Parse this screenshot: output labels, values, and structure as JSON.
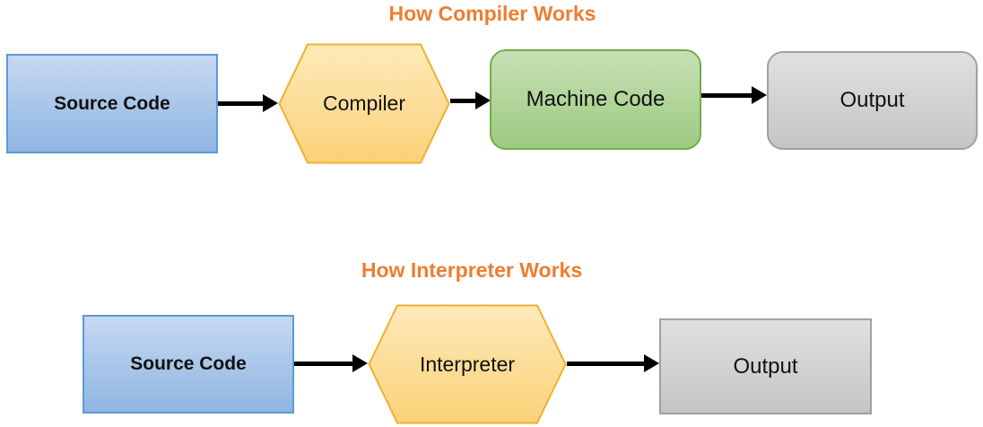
{
  "diagram": {
    "compiler_flow": {
      "title": "How Compiler Works",
      "source_label": "Source Code",
      "processor_label": "Compiler",
      "machine_label": "Machine Code",
      "output_label": "Output"
    },
    "interpreter_flow": {
      "title": "How Interpreter Works",
      "source_label": "Source Code",
      "processor_label": "Interpreter",
      "output_label": "Output"
    }
  },
  "colors": {
    "title_text": "#ED7D31",
    "source_fill_top": "#c5d9f1",
    "source_fill_bottom": "#8fb5e2",
    "source_border": "#5b9bd5",
    "hexagon_fill_top": "#fdeab9",
    "hexagon_fill_bottom": "#fbd178",
    "hexagon_border": "#f0b02f",
    "machine_fill_top": "#c6e1b5",
    "machine_fill_bottom": "#9dca80",
    "machine_border": "#70ad47",
    "output_fill_top": "#e0e0e0",
    "output_fill_bottom": "#c5c5c5",
    "output_border": "#a0a0a0",
    "arrow": "#000000",
    "node_text": "#111111"
  }
}
